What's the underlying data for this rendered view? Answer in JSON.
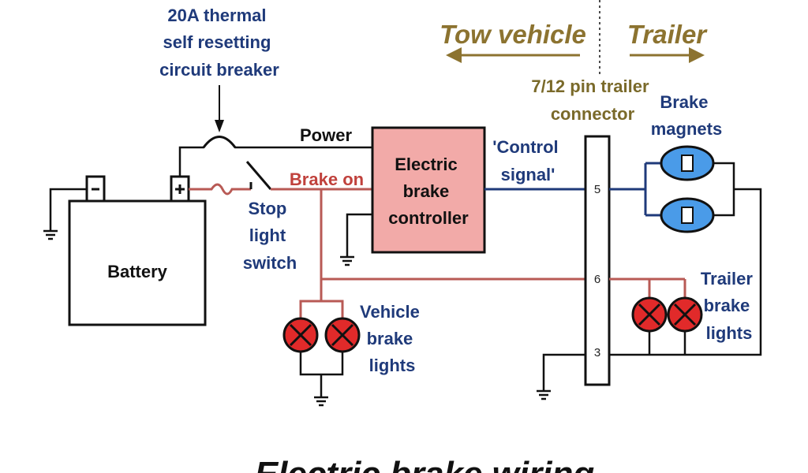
{
  "headers": {
    "tow_vehicle": "Tow vehicle",
    "trailer": "Trailer"
  },
  "labels": {
    "breaker": [
      "20A thermal",
      "self resetting",
      "circuit breaker"
    ],
    "power": "Power",
    "brake_on": "Brake on",
    "stop_switch": [
      "Stop",
      "light",
      "switch"
    ],
    "battery": "Battery",
    "controller": [
      "Electric",
      "brake",
      "controller"
    ],
    "control_signal": [
      "'Control",
      "signal'"
    ],
    "connector": [
      "7/12 pin trailer",
      "connector"
    ],
    "magnets": [
      "Brake",
      "magnets"
    ],
    "trailer_lights": [
      "Trailer",
      "brake",
      "lights"
    ],
    "vehicle_lights": [
      "Vehicle",
      "brake",
      "lights"
    ],
    "pins": [
      "5",
      "6",
      "3"
    ]
  },
  "title": "Electric brake wiring",
  "colors": {
    "controller_fill": "#f2aaa8",
    "lamp_red": "#e12a2a",
    "magnet_blue": "#4a9be8",
    "wire_red": "#b85a55",
    "wire_blue": "#1f3a7a",
    "header_gold": "#8c7330"
  },
  "icons": {
    "ground": "ground-symbol-icon",
    "lamp": "brake-lamp-icon",
    "magnet": "brake-magnet-icon",
    "fuse": "thermal-breaker-icon",
    "switch": "stop-switch-icon"
  }
}
